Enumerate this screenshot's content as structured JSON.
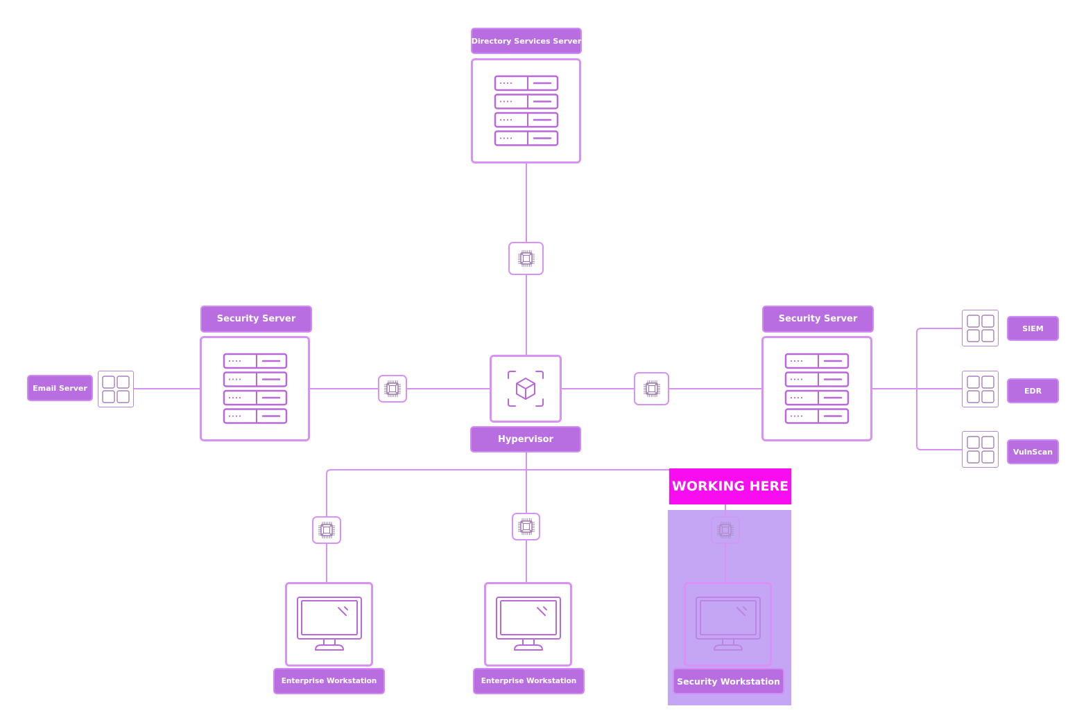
{
  "diagram": {
    "colors": {
      "node_border": "#d891f5",
      "label_fill": "#b86ee0",
      "label_text": "#ffffff",
      "connector": "#d891f5",
      "icon_stroke": "#b868d8",
      "highlight_banner": "#f80cf0",
      "highlight_panel": "#c4a6f5"
    },
    "nodes": {
      "directory_server": {
        "label": "Directory Services Server",
        "icon": "server-rack-icon"
      },
      "hypervisor": {
        "label": "Hypervisor",
        "icon": "cube-scan-icon"
      },
      "security_server_left": {
        "label": "Security Server",
        "icon": "server-rack-icon"
      },
      "security_server_right": {
        "label": "Security Server",
        "icon": "server-rack-icon"
      },
      "email_server": {
        "label": "Email Server",
        "icon": "app-grid-icon"
      },
      "siem": {
        "label": "SIEM",
        "icon": "app-grid-icon"
      },
      "edr": {
        "label": "EDR",
        "icon": "app-grid-icon"
      },
      "vulnscan": {
        "label": "VulnScan",
        "icon": "app-grid-icon"
      },
      "enterprise_workstation_1": {
        "label": "Enterprise Workstation",
        "icon": "monitor-icon"
      },
      "enterprise_workstation_2": {
        "label": "Enterprise Workstation",
        "icon": "monitor-icon"
      },
      "security_workstation": {
        "label": "Security Workstation",
        "icon": "monitor-icon"
      }
    },
    "highlight": {
      "label": "WORKING HERE",
      "target": "security_workstation"
    },
    "edges": [
      [
        "directory_server",
        "hypervisor",
        "via cpu"
      ],
      [
        "security_server_left",
        "hypervisor",
        "via cpu"
      ],
      [
        "hypervisor",
        "security_server_right",
        "via cpu"
      ],
      [
        "email_server",
        "security_server_left"
      ],
      [
        "security_server_right",
        "siem"
      ],
      [
        "security_server_right",
        "edr"
      ],
      [
        "security_server_right",
        "vulnscan"
      ],
      [
        "hypervisor",
        "enterprise_workstation_1",
        "via cpu"
      ],
      [
        "hypervisor",
        "enterprise_workstation_2",
        "via cpu"
      ],
      [
        "hypervisor",
        "security_workstation",
        "via cpu"
      ]
    ]
  }
}
